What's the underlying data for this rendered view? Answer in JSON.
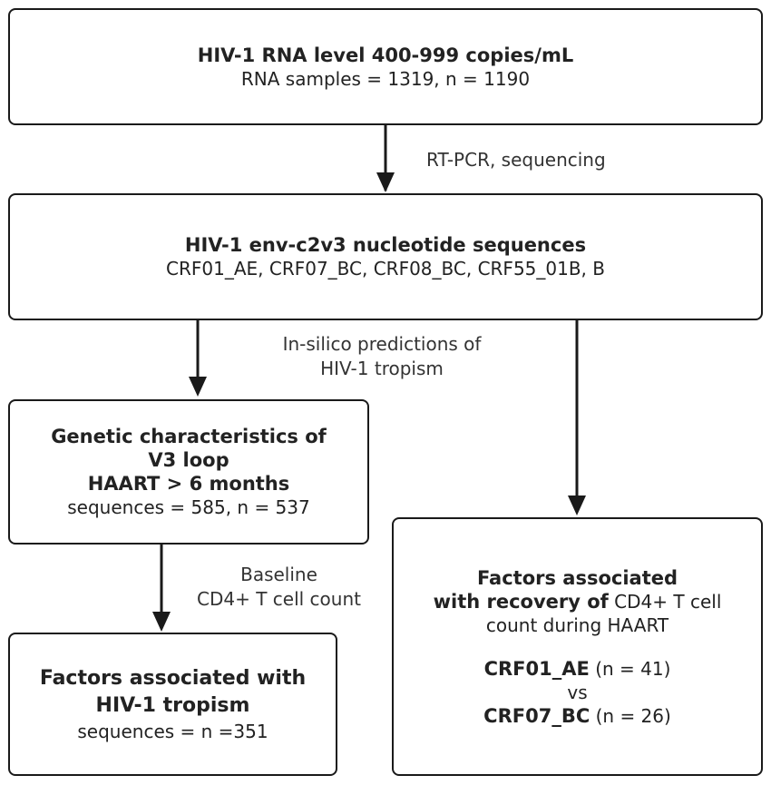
{
  "nodes": {
    "rna": {
      "title": "HIV-1 RNA level 400-999 copies/mL",
      "detail": "RNA samples = 1319, n = 1190"
    },
    "sequences": {
      "title": "HIV-1 env-c2v3 nucleotide sequences",
      "detail": "CRF01_AE, CRF07_BC, CRF08_BC, CRF55_01B, B"
    },
    "genetic": {
      "line1": "Genetic characteristics of",
      "line2": "V3 loop",
      "line3": "HAART  > 6 months",
      "detail": "sequences = 585, n = 537"
    },
    "tropism": {
      "line1": "Factors associated with",
      "line2": "HIV-1 tropism",
      "detail": "sequences = n =351"
    },
    "recovery": {
      "line1": "Factors associated",
      "line2_bold": "with recovery of",
      "line2_rest": " CD4+ T cell",
      "line3": "count during HAART",
      "crf1_bold": "CRF01_AE",
      "crf1_rest": " (n = 41)",
      "vs": "vs",
      "crf2_bold": "CRF07_BC",
      "crf2_rest": " (n = 26)"
    }
  },
  "edges": {
    "rtpcr": "RT-PCR, sequencing",
    "insilico_line1": "In-silico predictions of",
    "insilico_line2": "HIV-1 tropism",
    "baseline_line1": "Baseline",
    "baseline_line2": "CD4+ T cell count"
  }
}
